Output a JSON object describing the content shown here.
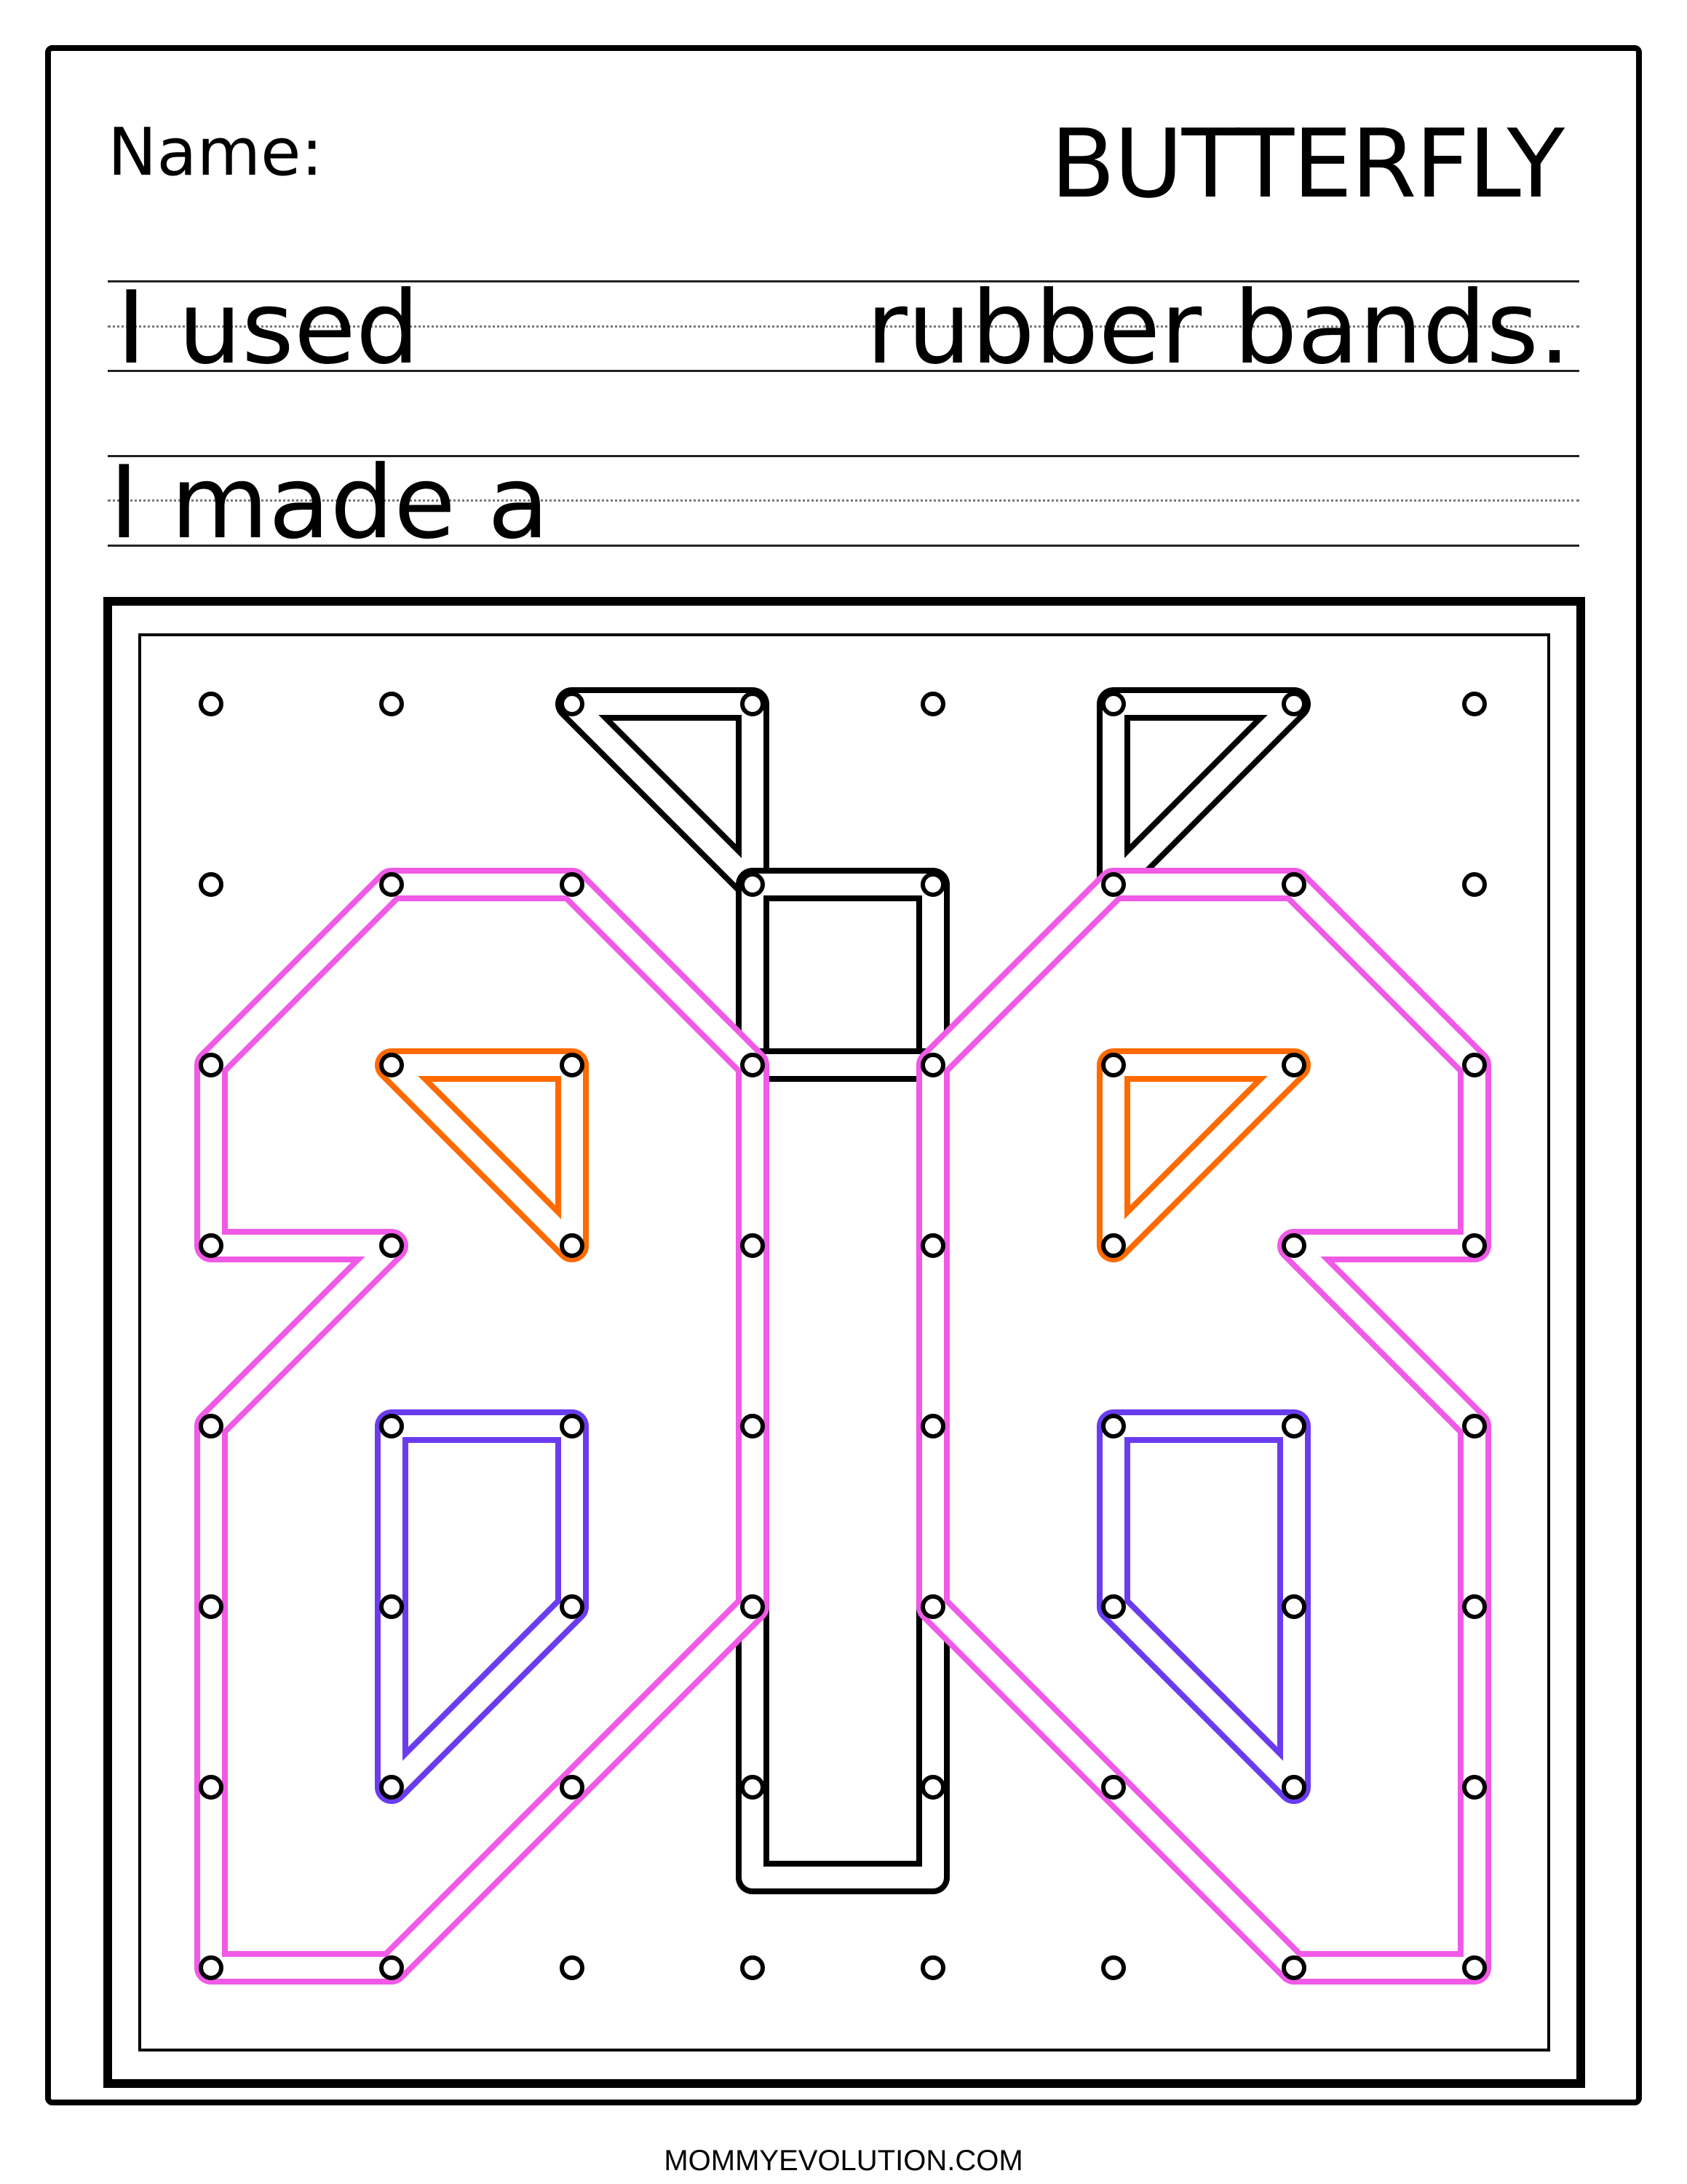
{
  "header": {
    "name_label": "Name:",
    "title": "BUTTERFLY"
  },
  "writing": {
    "line1_start": "I used",
    "line1_end": "rubber bands.",
    "line2_start": "I made a"
  },
  "footer": {
    "site": "MOMMYEVOLUTION.COM"
  },
  "colors": {
    "body": "#000000",
    "wings": "#f05ae6",
    "triangles": "#ff6a00",
    "spots": "#6a3cf0"
  },
  "geoboard": {
    "grid_size": 8,
    "bands": [
      {
        "name": "antenna-left",
        "color": "body",
        "pts": [
          [
            2,
            0
          ],
          [
            3,
            0
          ],
          [
            3,
            1
          ]
        ]
      },
      {
        "name": "antenna-right",
        "color": "body",
        "pts": [
          [
            6,
            0
          ],
          [
            5,
            0
          ],
          [
            5,
            1
          ]
        ]
      },
      {
        "name": "head",
        "color": "body",
        "pts": [
          [
            3,
            1
          ],
          [
            4,
            1
          ],
          [
            4,
            2
          ],
          [
            3,
            2
          ]
        ]
      },
      {
        "name": "thorax",
        "color": "body",
        "pts": [
          [
            3,
            2
          ],
          [
            4,
            2
          ],
          [
            4,
            6.5
          ],
          [
            3,
            6.5
          ]
        ]
      },
      {
        "name": "wing-left",
        "color": "wings",
        "pts": [
          [
            3,
            2
          ],
          [
            2,
            1
          ],
          [
            1,
            1
          ],
          [
            0,
            2
          ],
          [
            0,
            3
          ],
          [
            1,
            3
          ],
          [
            0,
            4
          ],
          [
            0,
            7
          ],
          [
            1,
            7
          ],
          [
            3,
            5
          ]
        ]
      },
      {
        "name": "wing-right",
        "color": "wings",
        "pts": [
          [
            4,
            2
          ],
          [
            5,
            1
          ],
          [
            6,
            1
          ],
          [
            7,
            2
          ],
          [
            7,
            3
          ],
          [
            6,
            3
          ],
          [
            7,
            4
          ],
          [
            7,
            7
          ],
          [
            6,
            7
          ],
          [
            4,
            5
          ]
        ]
      },
      {
        "name": "triangle-left",
        "color": "triangles",
        "pts": [
          [
            1,
            2
          ],
          [
            2,
            2
          ],
          [
            2,
            3
          ]
        ]
      },
      {
        "name": "triangle-right",
        "color": "triangles",
        "pts": [
          [
            5,
            2
          ],
          [
            6,
            2
          ],
          [
            5,
            3
          ]
        ]
      },
      {
        "name": "spot-left",
        "color": "spots",
        "pts": [
          [
            1,
            4
          ],
          [
            2,
            4
          ],
          [
            2,
            5
          ],
          [
            1,
            6
          ]
        ]
      },
      {
        "name": "spot-right",
        "color": "spots",
        "pts": [
          [
            5,
            4
          ],
          [
            6,
            4
          ],
          [
            6,
            6
          ],
          [
            5,
            5
          ]
        ]
      }
    ]
  }
}
